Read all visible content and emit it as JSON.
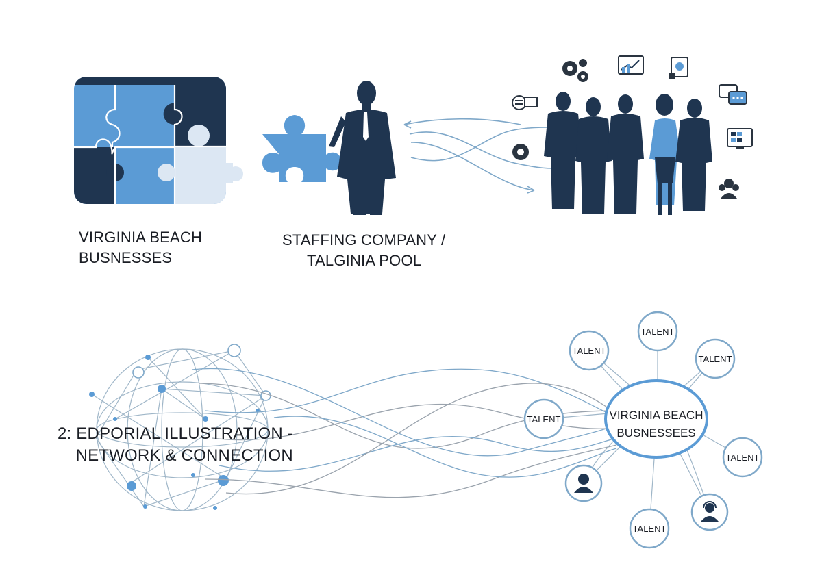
{
  "labels": {
    "businesses": [
      "VIRGINIA BEACH",
      "BUSNESSES"
    ],
    "staffing": [
      "STAFFING COMPANY /",
      "TALGINIA POOL"
    ],
    "editorial": [
      "2: EDPORIAL ILLUSTRATION -",
      "NETWORK & CONNECTION"
    ]
  },
  "hub": {
    "line1": "VIRGINIA BEACH",
    "line2": "BUSNESSEES"
  },
  "talent_label": "TALENT",
  "talent_nodes": [
    {
      "kind": "text",
      "label": "TALENT"
    },
    {
      "kind": "text",
      "label": "TALENT"
    },
    {
      "kind": "text",
      "label": "TALENT"
    },
    {
      "kind": "text",
      "label": "TALENT"
    },
    {
      "kind": "text",
      "label": "TALENT"
    },
    {
      "kind": "text",
      "label": "TALENT"
    },
    {
      "kind": "icon",
      "icon": "person-hood-icon"
    },
    {
      "kind": "icon",
      "icon": "person-headset-icon"
    }
  ],
  "colors": {
    "navy": "#1f3550",
    "mid_blue": "#5b9bd5",
    "light_blue": "#dce7f3",
    "line_blue": "#7fa8c9",
    "line_gray": "#9aa3ad"
  },
  "icons": [
    "gears-icon",
    "chart-monitor-icon",
    "document-icon",
    "chat-bubbles-icon",
    "email-icon",
    "gear-icon",
    "dashboard-monitor-icon",
    "user-group-icon"
  ]
}
